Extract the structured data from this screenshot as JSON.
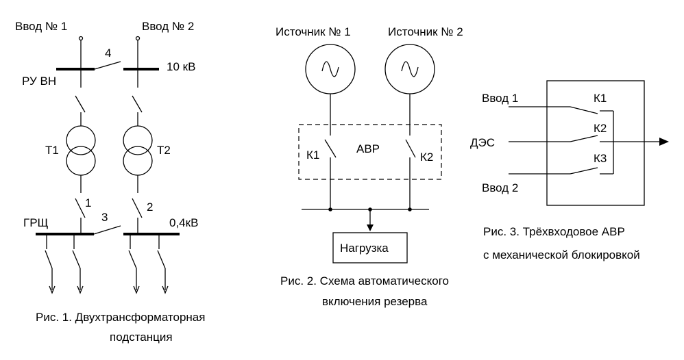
{
  "fig1": {
    "input1": "Ввод № 1",
    "input2": "Ввод № 2",
    "switch4": "4",
    "hv_voltage": "10 кВ",
    "ru_vn": "РУ ВН",
    "t1": "Т1",
    "t2": "Т2",
    "switch1": "1",
    "switch2": "2",
    "switch3": "3",
    "grsh": "ГРЩ",
    "lv_voltage": "0,4кВ",
    "caption_line1": "Рис. 1. Двухтрансформаторная",
    "caption_line2": "подстанция"
  },
  "fig2": {
    "source1": "Источник № 1",
    "source2": "Источник № 2",
    "k1": "К1",
    "avr": "АВР",
    "k2": "К2",
    "load": "Нагрузка",
    "caption_line1": "Рис. 2. Схема автоматического",
    "caption_line2": "включения резерва"
  },
  "fig3": {
    "input1": "Ввод 1",
    "des": "ДЭС",
    "input2": "Ввод 2",
    "k1": "К1",
    "k2": "К2",
    "k3": "К3",
    "caption_line1": "Рис. 3. Трёхвходовое АВР",
    "caption_line2": "с механической блокировкой"
  }
}
